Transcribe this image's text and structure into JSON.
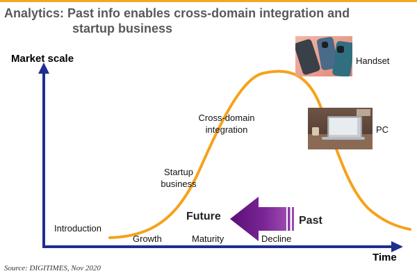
{
  "title": {
    "line1": "Analytics: Past info enables cross-domain integration and",
    "line2": "startup business"
  },
  "axes": {
    "y_label": "Market scale",
    "x_label": "Time"
  },
  "stages": {
    "introduction": "Introduction",
    "growth": "Growth",
    "maturity": "Maturity",
    "decline": "Decline"
  },
  "annotations": {
    "startup_line1": "Startup",
    "startup_line2": "business",
    "cross_line1": "Cross-domain",
    "cross_line2": "integration"
  },
  "arrow": {
    "future": "Future",
    "past": "Past"
  },
  "devices": {
    "handset": "Handset",
    "pc": "PC"
  },
  "source": "Source: DIGITIMES, Nov 2020",
  "colors": {
    "axis": "#1f2f8f",
    "curve": "#f5a21b",
    "arrow": "#6f1d8a",
    "title": "#595959"
  }
}
